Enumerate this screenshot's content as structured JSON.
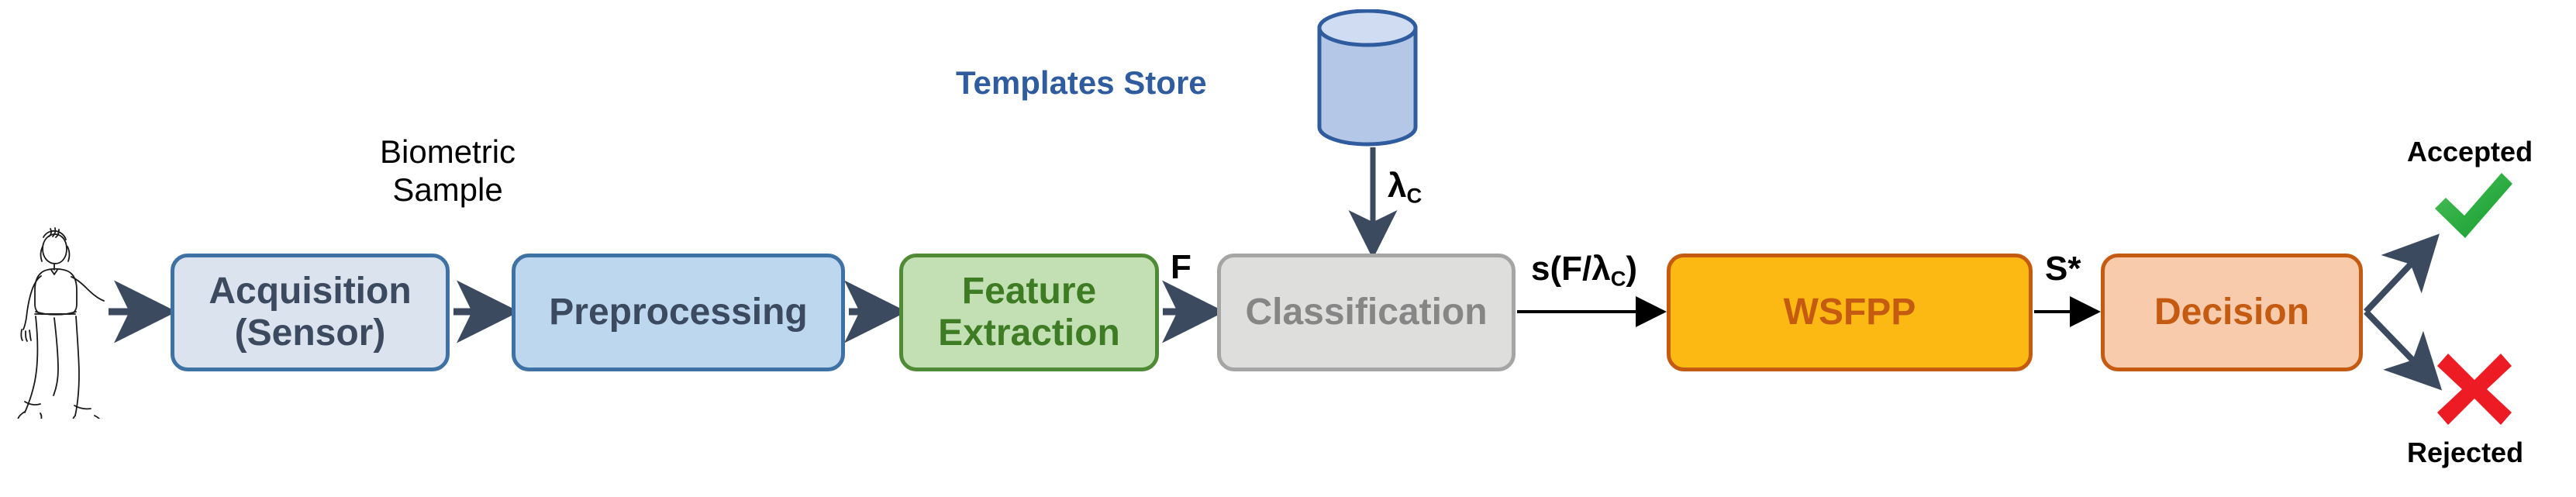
{
  "diagram": {
    "title": "Biometric recognition pipeline with WSFPP",
    "nodes": [
      {
        "id": "acquisition",
        "label": "Acquisition\n(Sensor)",
        "fill": "#dae3ee",
        "border": "#3f72a4",
        "text": "#3b4a5e"
      },
      {
        "id": "preprocessing",
        "label": "Preprocessing",
        "fill": "#bdd7ee",
        "border": "#3f72a4",
        "text": "#3b4a5e"
      },
      {
        "id": "feature",
        "label": "Feature\nExtraction",
        "fill": "#c3e0b4",
        "border": "#4f8a35",
        "text": "#3e7c24"
      },
      {
        "id": "classification",
        "label": "Classification",
        "fill": "#dededd",
        "border": "#a5a5a5",
        "text": "#868686"
      },
      {
        "id": "wsfpp",
        "label": "WSFPP",
        "fill": "#fdb913",
        "border": "#c55a11",
        "text": "#c55a11"
      },
      {
        "id": "decision",
        "label": "Decision",
        "fill": "#f8cbad",
        "border": "#c55a11",
        "text": "#c55a11"
      }
    ],
    "labels": {
      "biometric_sample": "Biometric\nSample",
      "templates_store": "Templates Store",
      "lambda_c": "λ",
      "lambda_c_sub": "C",
      "feature_vector": "F",
      "score": "s(F/λ",
      "score_sub": "C",
      "score_tail": ")",
      "s_star": "S*",
      "accepted": "Accepted",
      "rejected": "Rejected"
    },
    "icons": {
      "person": "walking-person-icon",
      "store": "database-cylinder-icon",
      "accept": "green-check-icon",
      "reject": "red-cross-icon"
    },
    "colors": {
      "arrow_thick": "#3b4a5e",
      "arrow_thin": "#000000",
      "store_fill": "#b4c7e7",
      "store_top": "#cfdcf2",
      "store_stroke": "#2e5c9e",
      "accept_green": "#21a038",
      "reject_red": "#ed1c24",
      "templates_text": "#2e5c9e"
    }
  }
}
